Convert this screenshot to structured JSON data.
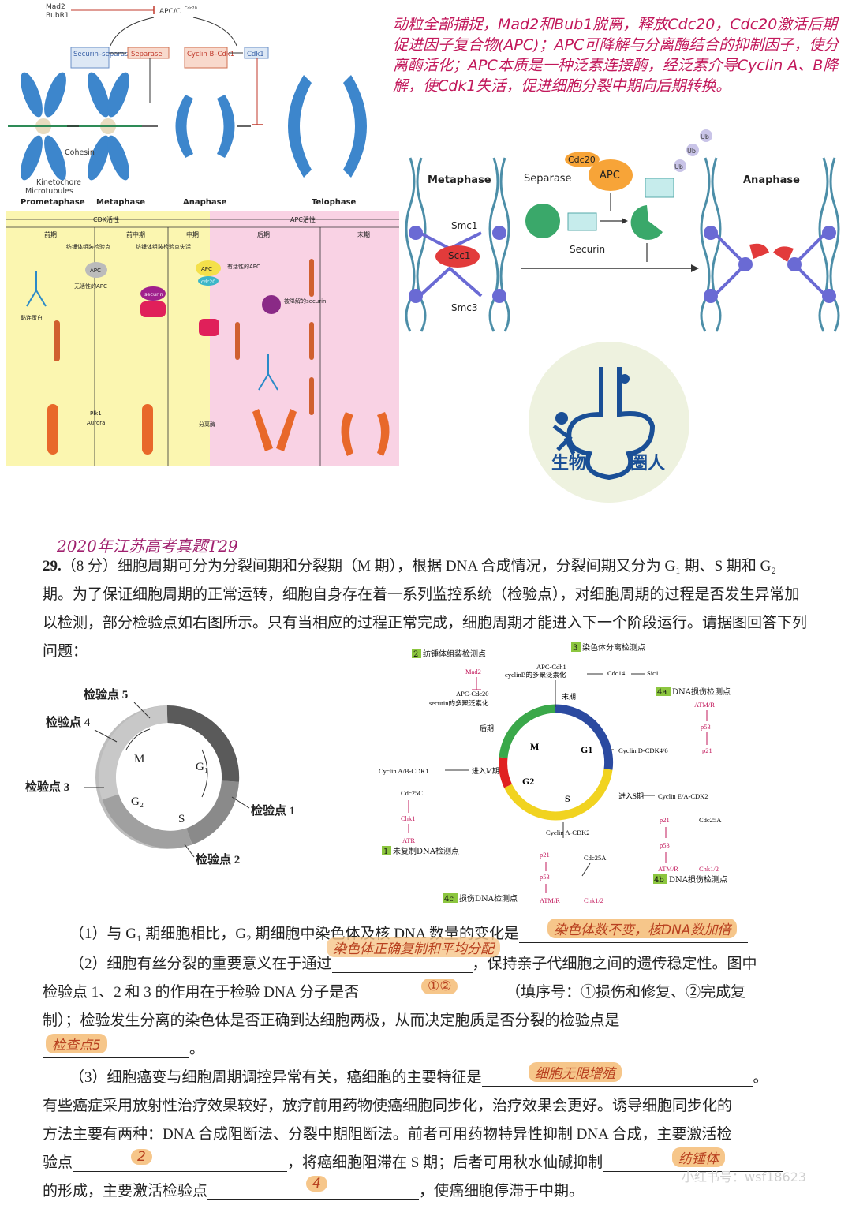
{
  "note": {
    "text": "动粒全部捕捉，Mad2和Bub1脱离，释放Cdc20，Cdc20激活后期促进因子复合物(APC)；APC可降解与分离酶结合的抑制因子，使分离酶活化；APC本质是一种泛素连接酶，经泛素介导Cyclin A、B降解，使Cdk1失活，促进细胞分裂中期向后期转换。"
  },
  "fig1": {
    "top_labels": [
      "Mad2",
      "BubR1",
      "APC/C",
      "Cdc20"
    ],
    "boxes": [
      "Securin–separase",
      "Separase",
      "Cyclin B–Cdk1",
      "Cdk1"
    ],
    "labels": [
      "Cohesin",
      "Kinetochore",
      "Microtubules"
    ],
    "phases": [
      "Prometaphase",
      "Metaphase",
      "Anaphase",
      "Telophase"
    ]
  },
  "fig2": {
    "cdk": "CDK活性",
    "apc": "APC活性",
    "phases": [
      "前期",
      "前中期",
      "中期",
      "后期",
      "末期"
    ],
    "checkpoints": [
      "纺锤体组装检验点",
      "纺锤体组装检验点失活"
    ],
    "labels": [
      "APC",
      "无活性的APC",
      "APC",
      "cdc20",
      "有活性的APC",
      "securin",
      "黏连蛋白",
      "被降解的securin",
      "分离酶",
      "Plk1",
      "Aurora"
    ]
  },
  "fig3": {
    "metaphase": "Metaphase",
    "anaphase": "Anaphase",
    "separase": "Separase",
    "cdc20": "Cdc20",
    "apc": "APC",
    "ub": "Ub",
    "smc1": "Smc1",
    "scc1": "Scc1",
    "smc3": "Smc3",
    "securin": "Securin"
  },
  "logo": {
    "text_left": "生物",
    "text_right": "圈人"
  },
  "question": {
    "title": "2020年江苏高考真题T29",
    "num": "29.",
    "intro": "（8 分）细胞周期可分为分裂间期和分裂期（M 期），根据 DNA 合成情况，分裂间期又分为 G₁ 期、S 期和 G₂ 期。为了保证细胞周期的正常运转，细胞自身存在着一系列监控系统（检验点），对细胞周期的过程是否发生异常加以检测，部分检验点如右图所示。只有当相应的过程正常完成，细胞周期才能进入下一个阶段运行。请据图回答下列问题：",
    "q1": "（1）与 G₁ 期细胞相比，G₂ 期细胞中染色体及核 DNA 数量的变化是",
    "a1": "染色体数不变，核DNA数加倍",
    "q2a": "（2）细胞有丝分裂的重要意义在于通过",
    "a2a": "染色体正确复制和平均分配",
    "q2b": "，保持亲子代细胞之间的遗传稳定性。图中",
    "q2c": "检验点 1、2 和 3 的作用在于检验 DNA 分子是否",
    "a2b": "①②",
    "q2d": "（填序号：①损伤和修复、②完成复",
    "q2e": "制）；检验发生分离的染色体是否正确到达细胞两极，从而决定胞质是否分裂的检验点是",
    "a2c": "检查点5",
    "q3a": "（3）细胞癌变与细胞周期调控异常有关，癌细胞的主要特征是",
    "a3a": "细胞无限增殖",
    "q3b": "有些癌症采用放射性治疗效果较好，放疗前用药物使癌细胞同步化，治疗效果会更好。诱导细胞同步化的",
    "q3c": "方法主要有两种：DNA 合成阻断法、分裂中期阻断法。前者可用药物特异性抑制 DNA 合成，主要激活检",
    "q3d": "验点",
    "a3b": "2",
    "q3e": "，将癌细胞阻滞在 S 期；后者可用秋水仙碱抑制",
    "a3c": "纺锤体",
    "q3f": "的形成，主要激活检验点",
    "a3d": "4",
    "q3g": "，使癌细胞停滞于中期。"
  },
  "cycle": {
    "labels": [
      "检验点 5",
      "检验点 4",
      "检验点 3",
      "检验点 1",
      "检验点 2"
    ],
    "phases": [
      "M",
      "G₁",
      "G₂",
      "S"
    ]
  },
  "cycle2": {
    "c2": "纺锤体组装检测点",
    "c3": "染色体分离检测点",
    "c4a": "DNA损伤检测点",
    "c1": "未复制DNA检测点",
    "c4b": "DNA损伤检测点",
    "c4c": "损伤DNA检测点",
    "n2": "2",
    "n3": "3",
    "n4a": "4a",
    "n1": "1",
    "n4b": "4b",
    "n4c": "4c",
    "items": [
      "Mad2",
      "APC-Cdh1",
      "cyclinB的多聚泛素化",
      "Cdc14",
      "Sic1",
      "末期",
      "APC-Cdc20",
      "securin的多聚泛素化",
      "后期",
      "ATM/R",
      "p53",
      "p21",
      "Cyclin D-CDK4/6",
      "Cyclin A/B-CDK1",
      "进入M期",
      "Cdc25C",
      "Chk1",
      "ATR",
      "进入S期",
      "Cyclin E/A-CDK2",
      "Cdc25A",
      "Cyclin A-CDK2",
      "p21",
      "p53",
      "ATM/R",
      "Chk1/2",
      "ATM/R",
      "Chk1/2",
      "p21",
      "p53",
      "Cdc25A"
    ],
    "phases": [
      "M",
      "G1",
      "G2",
      "S"
    ]
  },
  "watermark": "小红书号：wsf18623"
}
